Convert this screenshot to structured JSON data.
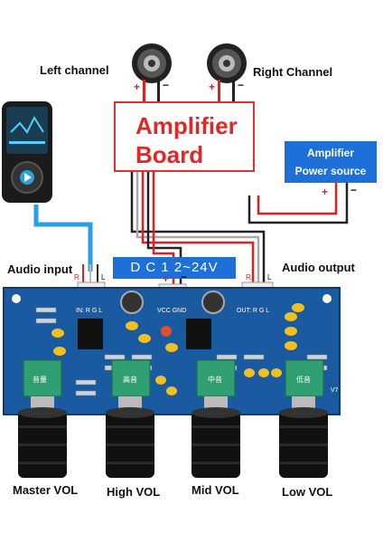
{
  "speakers": {
    "left_label": "Left channel",
    "right_label": "Right Channel",
    "plus": "+",
    "minus": "−"
  },
  "amplifier_board": {
    "line1": "Amplifier",
    "line2": "Board"
  },
  "power_source": {
    "line1": "Amplifier",
    "line2": "Power source",
    "plus": "+",
    "minus": "−"
  },
  "dc_supply": {
    "label": "D C 1 2~24V",
    "plus": "+",
    "minus": "−"
  },
  "ports": {
    "audio_input": "Audio input",
    "audio_output": "Audio output"
  },
  "board": {
    "input_pins": "IN: R  G  L",
    "power_pins": "VCC GND",
    "output_pins": "OUT: R  G  L",
    "pcb_mark": "V7",
    "r_letter": "R",
    "l_letter": "L",
    "knob_cn_1": "音量",
    "knob_cn_2": "高音",
    "knob_cn_3": "中音",
    "knob_cn_4": "低音"
  },
  "knobs": [
    "Master VOL",
    "High VOL",
    "Mid VOL",
    "Low VOL"
  ],
  "colors": {
    "accent_red": "#e02828",
    "accent_blue": "#1f6fd8",
    "pcb": "#1a5aa0",
    "cable_blue": "#2aa0e0"
  }
}
